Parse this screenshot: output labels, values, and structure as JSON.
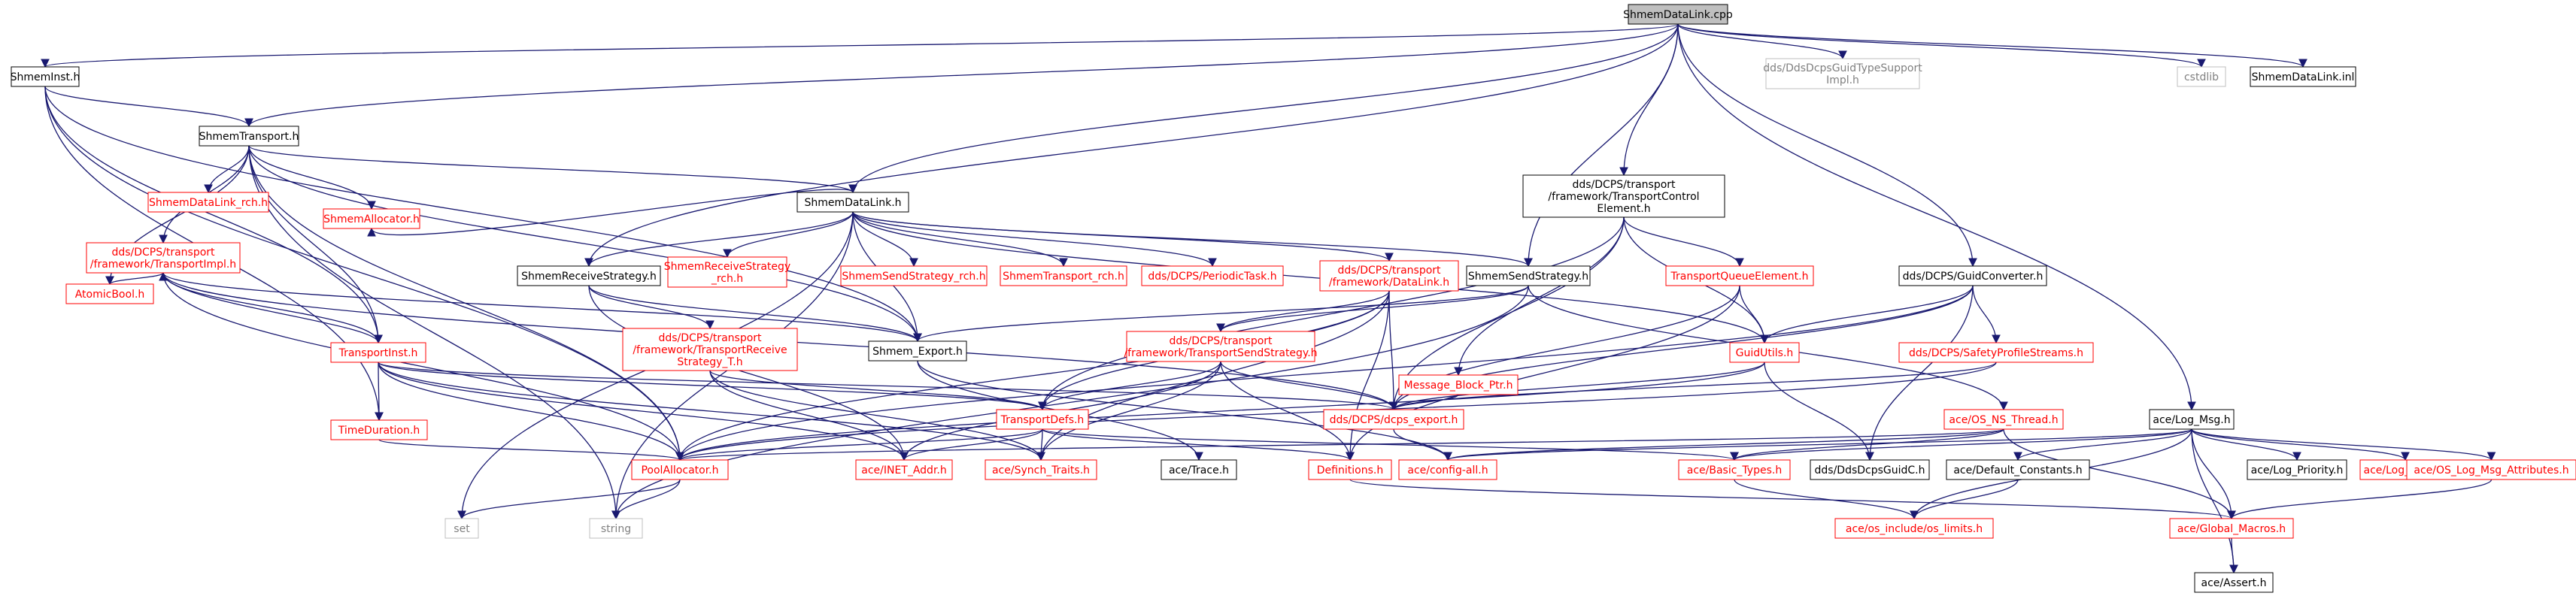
{
  "diagram": {
    "nodes": [
      {
        "id": "root",
        "lines": [
          "ShmemDataLink.cpp"
        ],
        "style": "root"
      },
      {
        "id": "shmeminst",
        "lines": [
          "ShmemInst.h"
        ],
        "style": "normal"
      },
      {
        "id": "shmemtransport",
        "lines": [
          "ShmemTransport.h"
        ],
        "style": "normal"
      },
      {
        "id": "dl_rch",
        "lines": [
          "ShmemDataLink_rch.h"
        ],
        "style": "red"
      },
      {
        "id": "shmemdatalink",
        "lines": [
          "ShmemDataLink.h"
        ],
        "style": "normal"
      },
      {
        "id": "guidtypesupport",
        "lines": [
          "dds/DdsDcpsGuidTypeSupport",
          "Impl.h"
        ],
        "style": "gray"
      },
      {
        "id": "cstdlib",
        "lines": [
          "cstdlib"
        ],
        "style": "gray"
      },
      {
        "id": "datalink_inl",
        "lines": [
          "ShmemDataLink.inl"
        ],
        "style": "normal"
      },
      {
        "id": "tce",
        "lines": [
          "dds/DCPS/transport",
          "/framework/TransportControl",
          "Element.h"
        ],
        "style": "normal"
      },
      {
        "id": "timpl",
        "lines": [
          "dds/DCPS/transport",
          "/framework/TransportImpl.h"
        ],
        "style": "red"
      },
      {
        "id": "atomicbool",
        "lines": [
          "AtomicBool.h"
        ],
        "style": "red"
      },
      {
        "id": "shmemallocator",
        "lines": [
          "ShmemAllocator.h"
        ],
        "style": "red"
      },
      {
        "id": "recvstrategy",
        "lines": [
          "ShmemReceiveStrategy.h"
        ],
        "style": "normal"
      },
      {
        "id": "recvstrategy_rch",
        "lines": [
          "ShmemReceiveStrategy",
          "_rch.h"
        ],
        "style": "red"
      },
      {
        "id": "sendstrategy_rch",
        "lines": [
          "ShmemSendStrategy_rch.h"
        ],
        "style": "red"
      },
      {
        "id": "transport_rch",
        "lines": [
          "ShmemTransport_rch.h"
        ],
        "style": "red"
      },
      {
        "id": "periodictask",
        "lines": [
          "dds/DCPS/PeriodicTask.h"
        ],
        "style": "red"
      },
      {
        "id": "fw_datalink",
        "lines": [
          "dds/DCPS/transport",
          "/framework/DataLink.h"
        ],
        "style": "red"
      },
      {
        "id": "sendstrategy",
        "lines": [
          "ShmemSendStrategy.h"
        ],
        "style": "normal"
      },
      {
        "id": "tqe",
        "lines": [
          "TransportQueueElement.h"
        ],
        "style": "red"
      },
      {
        "id": "guidconverter",
        "lines": [
          "dds/DCPS/GuidConverter.h"
        ],
        "style": "normal"
      },
      {
        "id": "transportinst",
        "lines": [
          "TransportInst.h"
        ],
        "style": "red"
      },
      {
        "id": "trs_t",
        "lines": [
          "dds/DCPS/transport",
          "/framework/TransportReceive",
          "Strategy_T.h"
        ],
        "style": "red"
      },
      {
        "id": "shmem_export",
        "lines": [
          "Shmem_Export.h"
        ],
        "style": "normal"
      },
      {
        "id": "tss",
        "lines": [
          "dds/DCPS/transport",
          "/framework/TransportSendStrategy.h"
        ],
        "style": "red"
      },
      {
        "id": "mbptr",
        "lines": [
          "Message_Block_Ptr.h"
        ],
        "style": "red"
      },
      {
        "id": "guidutils",
        "lines": [
          "GuidUtils.h"
        ],
        "style": "red"
      },
      {
        "id": "safetyprofile",
        "lines": [
          "dds/DCPS/SafetyProfileStreams.h"
        ],
        "style": "red"
      },
      {
        "id": "logmsg",
        "lines": [
          "ace/Log_Msg.h"
        ],
        "style": "normal"
      },
      {
        "id": "timeduration",
        "lines": [
          "TimeDuration.h"
        ],
        "style": "red"
      },
      {
        "id": "transportdefs",
        "lines": [
          "TransportDefs.h"
        ],
        "style": "red"
      },
      {
        "id": "dcps_export",
        "lines": [
          "dds/DCPS/dcps_export.h"
        ],
        "style": "red"
      },
      {
        "id": "osnsthread",
        "lines": [
          "ace/OS_NS_Thread.h"
        ],
        "style": "red"
      },
      {
        "id": "poolallocator",
        "lines": [
          "PoolAllocator.h"
        ],
        "style": "red"
      },
      {
        "id": "inetaddr",
        "lines": [
          "ace/INET_Addr.h"
        ],
        "style": "red"
      },
      {
        "id": "synchtraits",
        "lines": [
          "ace/Synch_Traits.h"
        ],
        "style": "red"
      },
      {
        "id": "acetrace",
        "lines": [
          "ace/Trace.h"
        ],
        "style": "normal"
      },
      {
        "id": "definitions",
        "lines": [
          "Definitions.h"
        ],
        "style": "red"
      },
      {
        "id": "configall",
        "lines": [
          "ace/config-all.h"
        ],
        "style": "red"
      },
      {
        "id": "basictypes",
        "lines": [
          "ace/Basic_Types.h"
        ],
        "style": "red"
      },
      {
        "id": "guidc",
        "lines": [
          "dds/DdsDcpsGuidC.h"
        ],
        "style": "normal"
      },
      {
        "id": "defconst",
        "lines": [
          "ace/Default_Constants.h"
        ],
        "style": "normal"
      },
      {
        "id": "logprio",
        "lines": [
          "ace/Log_Priority.h"
        ],
        "style": "normal"
      },
      {
        "id": "logmsginl",
        "lines": [
          "ace/Log_Msg.inl"
        ],
        "style": "red"
      },
      {
        "id": "oslogattr",
        "lines": [
          "ace/OS_Log_Msg_Attributes.h"
        ],
        "style": "red"
      },
      {
        "id": "set",
        "lines": [
          "set"
        ],
        "style": "gray"
      },
      {
        "id": "string",
        "lines": [
          "string"
        ],
        "style": "gray"
      },
      {
        "id": "oslimits",
        "lines": [
          "ace/os_include/os_limits.h"
        ],
        "style": "red"
      },
      {
        "id": "globalmacros",
        "lines": [
          "ace/Global_Macros.h"
        ],
        "style": "red"
      },
      {
        "id": "aceassert",
        "lines": [
          "ace/Assert.h"
        ],
        "style": "normal"
      }
    ],
    "edges": [
      [
        "root",
        "shmeminst"
      ],
      [
        "root",
        "shmemtransport"
      ],
      [
        "root",
        "shmemdatalink"
      ],
      [
        "root",
        "guidtypesupport"
      ],
      [
        "root",
        "cstdlib"
      ],
      [
        "root",
        "datalink_inl"
      ],
      [
        "root",
        "tce"
      ],
      [
        "root",
        "recvstrategy"
      ],
      [
        "root",
        "sendstrategy"
      ],
      [
        "root",
        "guidconverter"
      ],
      [
        "root",
        "logmsg"
      ],
      [
        "shmeminst",
        "shmemtransport"
      ],
      [
        "shmeminst",
        "transportinst"
      ],
      [
        "shmeminst",
        "timeduration"
      ],
      [
        "shmeminst",
        "shmem_export"
      ],
      [
        "shmeminst",
        "poolallocator"
      ],
      [
        "shmemtransport",
        "dl_rch"
      ],
      [
        "shmemtransport",
        "shmemdatalink"
      ],
      [
        "shmemtransport",
        "timpl"
      ],
      [
        "shmemtransport",
        "atomicbool"
      ],
      [
        "shmemtransport",
        "shmemallocator"
      ],
      [
        "shmemtransport",
        "shmem_export"
      ],
      [
        "shmemtransport",
        "transportinst"
      ],
      [
        "shmemtransport",
        "poolallocator"
      ],
      [
        "shmemtransport",
        "string"
      ],
      [
        "shmemdatalink",
        "shmemallocator"
      ],
      [
        "shmemdatalink",
        "recvstrategy"
      ],
      [
        "shmemdatalink",
        "recvstrategy_rch"
      ],
      [
        "shmemdatalink",
        "sendstrategy_rch"
      ],
      [
        "shmemdatalink",
        "transport_rch"
      ],
      [
        "shmemdatalink",
        "periodictask"
      ],
      [
        "shmemdatalink",
        "fw_datalink"
      ],
      [
        "shmemdatalink",
        "sendstrategy"
      ],
      [
        "shmemdatalink",
        "guidutils"
      ],
      [
        "shmemdatalink",
        "shmem_export"
      ],
      [
        "shmemdatalink",
        "set"
      ],
      [
        "shmemdatalink",
        "string"
      ],
      [
        "tce",
        "mbptr"
      ],
      [
        "tce",
        "tqe"
      ],
      [
        "tce",
        "guidutils"
      ],
      [
        "tce",
        "dcps_export"
      ],
      [
        "tce",
        "transportdefs"
      ],
      [
        "timpl",
        "atomicbool"
      ],
      [
        "timpl",
        "transportinst"
      ],
      [
        "timpl",
        "shmem_export"
      ],
      [
        "timpl",
        "dcps_export"
      ],
      [
        "timpl",
        "poolallocator"
      ],
      [
        "recvstrategy",
        "trs_t"
      ],
      [
        "recvstrategy",
        "shmem_export"
      ],
      [
        "recvstrategy",
        "inetaddr"
      ],
      [
        "fw_datalink",
        "tss"
      ],
      [
        "fw_datalink",
        "transportdefs"
      ],
      [
        "fw_datalink",
        "dcps_export"
      ],
      [
        "fw_datalink",
        "definitions"
      ],
      [
        "fw_datalink",
        "synchtraits"
      ],
      [
        "fw_datalink",
        "poolallocator"
      ],
      [
        "sendstrategy",
        "tss"
      ],
      [
        "sendstrategy",
        "shmem_export"
      ],
      [
        "sendstrategy",
        "osnsthread"
      ],
      [
        "sendstrategy",
        "string"
      ],
      [
        "tqe",
        "guidutils"
      ],
      [
        "tqe",
        "dcps_export"
      ],
      [
        "tqe",
        "definitions"
      ],
      [
        "guidconverter",
        "guidutils"
      ],
      [
        "guidconverter",
        "safetyprofile"
      ],
      [
        "guidconverter",
        "dcps_export"
      ],
      [
        "guidconverter",
        "guidc"
      ],
      [
        "guidconverter",
        "poolallocator"
      ],
      [
        "transportinst",
        "timpl"
      ],
      [
        "transportinst",
        "timeduration"
      ],
      [
        "transportinst",
        "transportdefs"
      ],
      [
        "transportinst",
        "dcps_export"
      ],
      [
        "transportinst",
        "poolallocator"
      ],
      [
        "transportinst",
        "inetaddr"
      ],
      [
        "transportinst",
        "synchtraits"
      ],
      [
        "trs_t",
        "transportdefs"
      ],
      [
        "trs_t",
        "inetaddr"
      ],
      [
        "trs_t",
        "synchtraits"
      ],
      [
        "shmem_export",
        "acetrace"
      ],
      [
        "shmem_export",
        "configall"
      ],
      [
        "tss",
        "transportdefs"
      ],
      [
        "tss",
        "dcps_export"
      ],
      [
        "tss",
        "inetaddr"
      ],
      [
        "tss",
        "synchtraits"
      ],
      [
        "tss",
        "definitions"
      ],
      [
        "mbptr",
        "dcps_export"
      ],
      [
        "guidutils",
        "dcps_export"
      ],
      [
        "guidutils",
        "poolallocator"
      ],
      [
        "guidutils",
        "guidc"
      ],
      [
        "safetyprofile",
        "dcps_export"
      ],
      [
        "safetyprofile",
        "poolallocator"
      ],
      [
        "logmsg",
        "logprio"
      ],
      [
        "logmsg",
        "logmsginl"
      ],
      [
        "logmsg",
        "oslogattr"
      ],
      [
        "logmsg",
        "basictypes"
      ],
      [
        "logmsg",
        "defconst"
      ],
      [
        "logmsg",
        "globalmacros"
      ],
      [
        "logmsg",
        "aceassert"
      ],
      [
        "logmsg",
        "oslimits"
      ],
      [
        "logmsg",
        "configall"
      ],
      [
        "timeduration",
        "poolallocator"
      ],
      [
        "transportdefs",
        "poolallocator"
      ],
      [
        "transportdefs",
        "inetaddr"
      ],
      [
        "transportdefs",
        "synchtraits"
      ],
      [
        "transportdefs",
        "basictypes"
      ],
      [
        "transportdefs",
        "definitions"
      ],
      [
        "dcps_export",
        "configall"
      ],
      [
        "osnsthread",
        "basictypes"
      ],
      [
        "osnsthread",
        "configall"
      ],
      [
        "osnsthread",
        "globalmacros"
      ],
      [
        "osnsthread",
        "poolallocator"
      ],
      [
        "poolallocator",
        "set"
      ],
      [
        "poolallocator",
        "string"
      ],
      [
        "definitions",
        "globalmacros"
      ],
      [
        "basictypes",
        "oslimits"
      ],
      [
        "defconst",
        "oslimits"
      ],
      [
        "oslogattr",
        "globalmacros"
      ],
      [
        "globalmacros",
        "aceassert"
      ]
    ]
  }
}
